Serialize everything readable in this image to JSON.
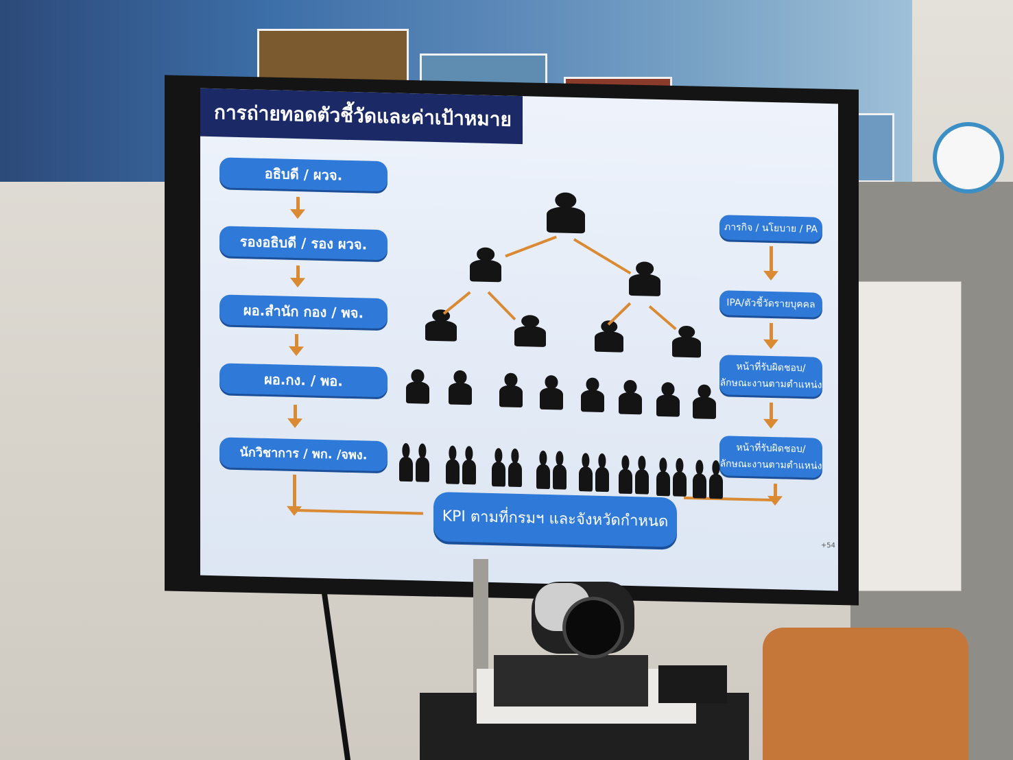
{
  "slide": {
    "title": "การถ่ายทอดตัวชี้วัดและค่าเป้าหมาย",
    "left_levels": [
      "อธิบดี / ผวจ.",
      "รองอธิบดี / รอง ผวจ.",
      "ผอ.สำนัก กอง / พจ.",
      "ผอ.กง. / พอ.",
      "นักวิชาการ / พก. /จพง."
    ],
    "right_steps": [
      "ภารกิจ / นโยบาย / PA",
      "IPA/ตัวชี้วัดรายบุคคล",
      "หน้าที่รับผิดชอบ/ ลักษณะงานตามตำแหน่ง",
      "หน้าที่รับผิดชอบ/ ลักษณะงานตามตำแหน่ง"
    ],
    "kpi_box": "KPI ตามที่กรมฯ และจังหวัดกำหนด",
    "page_number": "+54"
  },
  "colors": {
    "title_bg": "#1b2a66",
    "box_blue": "#2f79d8",
    "arrow_orange": "#d98a33",
    "silhouette": "#141414"
  },
  "icons": [
    "person-silhouette-icon",
    "person-pair-icon",
    "arrow-icon"
  ]
}
